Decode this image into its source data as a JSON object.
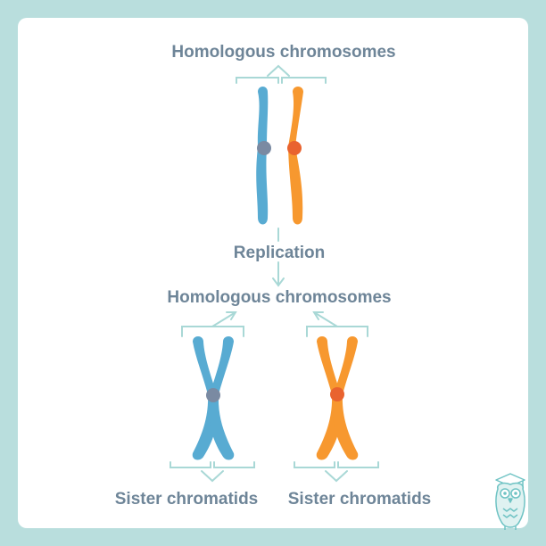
{
  "diagram": {
    "title_top": "Homologous chromosomes",
    "step_label": "Replication",
    "title_middle": "Homologous chromosomes",
    "left_pair_label": "Sister chromatids",
    "right_pair_label": "Sister chromatids"
  },
  "colors": {
    "background": "#b9dedd",
    "panel": "#ffffff",
    "blue_chromosome": "#58abd2",
    "orange_chromosome": "#f7982f",
    "blue_centromere": "#7a8aa2",
    "orange_centromere": "#e9632f",
    "bracket": "#a9d8d6",
    "text": "#6e8598"
  },
  "icons": {
    "logo": "owl-graduate-icon"
  }
}
